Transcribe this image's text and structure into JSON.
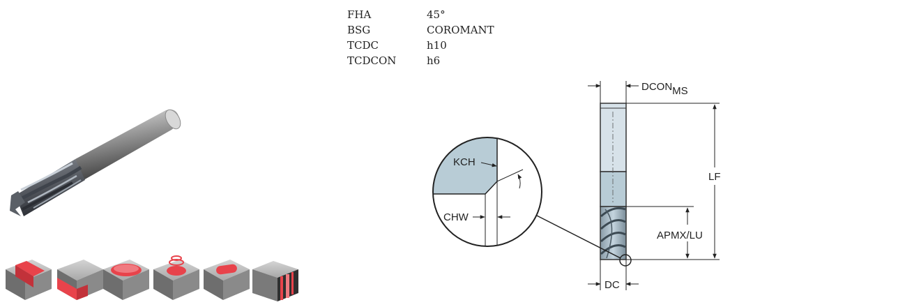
{
  "specs": [
    {
      "key": "FHA",
      "value": "45°"
    },
    {
      "key": "BSG",
      "value": "COROMANT"
    },
    {
      "key": "TCDC",
      "value": "h10"
    },
    {
      "key": "TCDCON",
      "value": "h6"
    }
  ],
  "labels": {
    "dcon": "DCON",
    "dcon_sub": "MS",
    "lf": "LF",
    "apmx": "APMX/LU",
    "dc": "DC",
    "kch": "KCH",
    "chw": "CHW"
  },
  "colors": {
    "tool_fill": "#b8ccd6",
    "tool_dark": "#6e8593",
    "machining_red": "#e8434b",
    "block_gray": "#8e8e8e"
  }
}
